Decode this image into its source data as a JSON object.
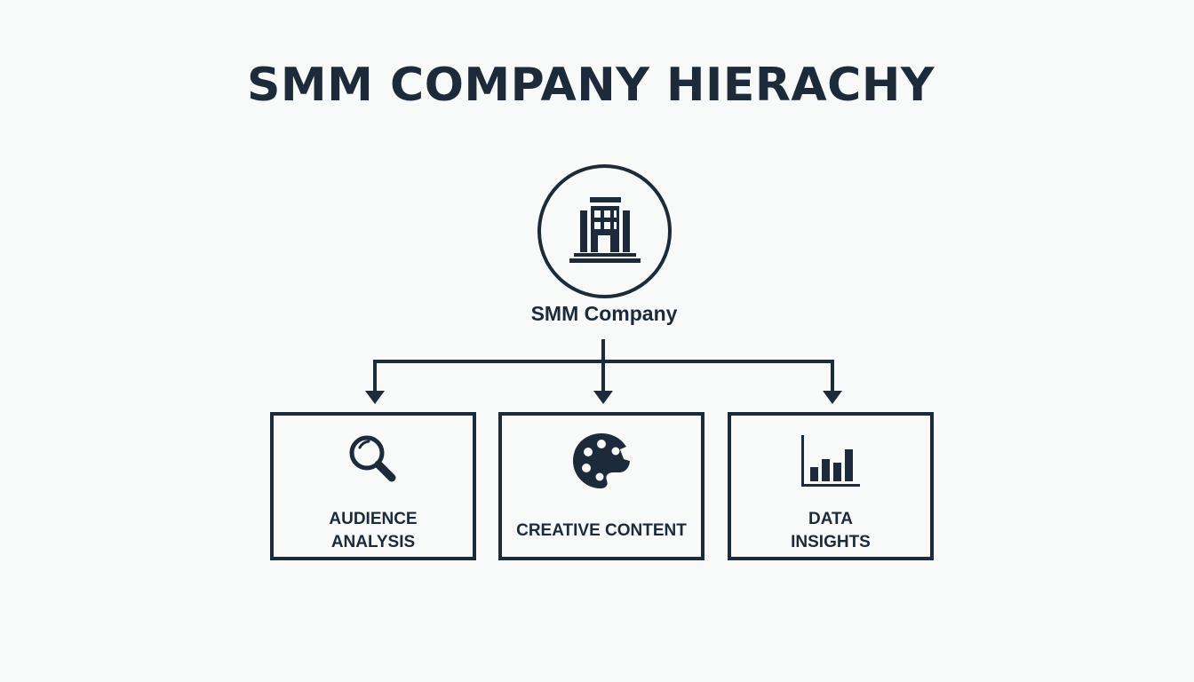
{
  "title": "SMM COMPANY HIERACHY",
  "root": {
    "label": "SMM Company",
    "icon": "building-icon"
  },
  "children": [
    {
      "icon": "magnifying-glass-icon",
      "label_lines": [
        "AUDIENCE",
        "ANALYSIS"
      ]
    },
    {
      "icon": "palette-icon",
      "label_lines": [
        "CREATIVE CONTENT"
      ]
    },
    {
      "icon": "bar-chart-icon",
      "label_lines": [
        "DATA",
        "INSIGHTS"
      ]
    }
  ],
  "colors": {
    "ink": "#1d2a3a",
    "background": "#f8f9f9"
  }
}
